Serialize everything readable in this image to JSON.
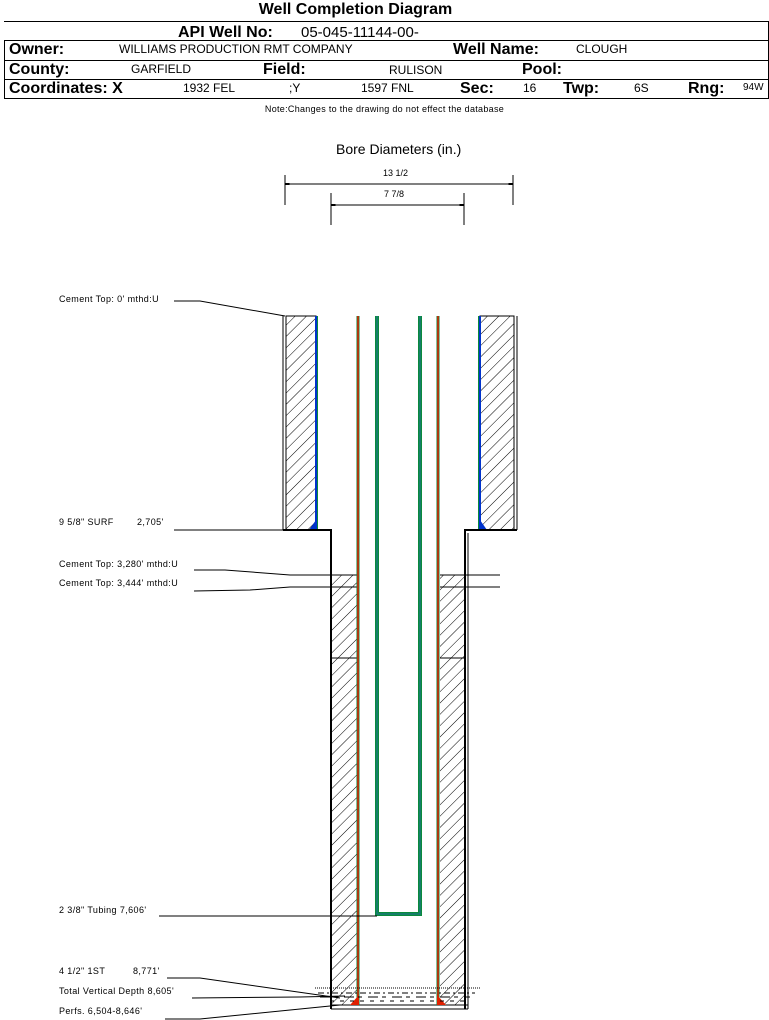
{
  "title": "Well Completion Diagram",
  "header": {
    "api_label": "API Well No:",
    "api_value": "05-045-11144-00-",
    "owner_label": "Owner:",
    "owner_value": "WILLIAMS PRODUCTION RMT COMPANY",
    "well_name_label": "Well Name:",
    "well_name_value": "CLOUGH",
    "county_label": "County:",
    "county_value": "GARFIELD",
    "field_label": "Field:",
    "field_value": "RULISON",
    "pool_label": "Pool:",
    "pool_value": "",
    "coord_label": "Coordinates: X",
    "coord_x_value": "1932 FEL",
    "coord_y_sep": ";Y",
    "coord_y_value": "1597 FNL",
    "sec_label": "Sec:",
    "sec_value": "16",
    "twp_label": "Twp:",
    "twp_value": "6S",
    "rng_label": "Rng:",
    "rng_value": "94W"
  },
  "note": "Note:Changes to the drawing do not effect the database",
  "diagram": {
    "bore_title": "Bore Diameters (in.)",
    "bore_diameters": [
      "13 1/2",
      "7 7/8"
    ],
    "annotations": [
      {
        "id": "cement-top-0",
        "text": "Cement Top: 0' mthd:U"
      },
      {
        "id": "surface-casing",
        "text_a": "9 5/8\" SURF",
        "text_b": "2,705'"
      },
      {
        "id": "cement-top-3280",
        "text": "Cement Top: 3,280' mthd:U"
      },
      {
        "id": "cement-top-3444",
        "text": "Cement Top: 3,444' mthd:U"
      },
      {
        "id": "tubing",
        "text": "2 3/8\" Tubing 7,606'"
      },
      {
        "id": "first-string",
        "text_a": "4 1/2\" 1ST",
        "text_b": "8,771'"
      },
      {
        "id": "tvd",
        "text": "Total Vertical Depth 8,605'"
      },
      {
        "id": "perfs",
        "text": "Perfs. 6,504-8,646'"
      }
    ],
    "colors": {
      "surface_casing": "#0033cc",
      "casing_liner": "#0a8a3c",
      "production_casing": "#e02000",
      "tubing": "#0a8a3c",
      "tubing_fill": "#1a7a7a",
      "cement_hatch": "#000000"
    }
  }
}
